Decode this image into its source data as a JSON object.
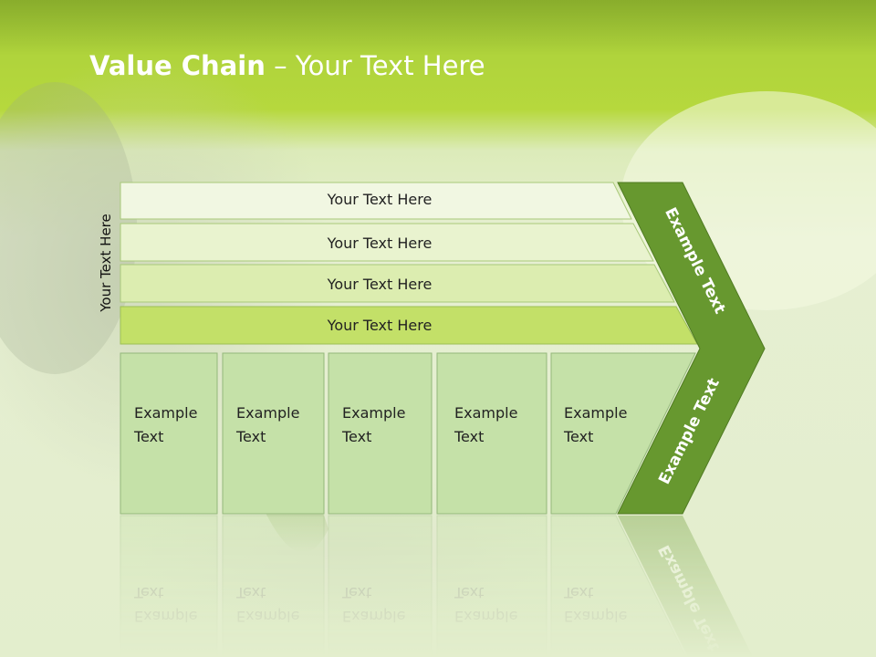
{
  "slide": {
    "title_bold": "Value Chain",
    "title_rest": " – Your Text Here",
    "side_label": "Your Text Here"
  },
  "bars": [
    {
      "label": "Your Text Here"
    },
    {
      "label": "Your Text Here"
    },
    {
      "label": "Your Text Here"
    },
    {
      "label": "Your Text Here"
    }
  ],
  "boxes": [
    {
      "line1": "Example",
      "line2": "Text"
    },
    {
      "line1": "Example",
      "line2": "Text"
    },
    {
      "line1": "Example",
      "line2": "Text"
    },
    {
      "line1": "Example",
      "line2": "Text"
    },
    {
      "line1": "Example",
      "line2": "Text"
    }
  ],
  "chevron": {
    "upper_label": "Example Text",
    "lower_label": "Example Text"
  },
  "colors": {
    "title": "#ffffff",
    "bar_1": "#f1f7e2",
    "bar_2": "#e9f3cf",
    "bar_3": "#dcedb0",
    "bar_4": "#c3e068",
    "box_fill": "#c5e1a8",
    "chevron": "#67982f"
  }
}
